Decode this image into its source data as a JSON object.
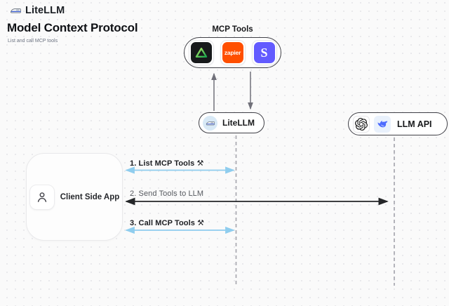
{
  "header": {
    "brand": "LiteLLM",
    "title": "Model Context Protocol",
    "subtitle": "List and call MCP tools"
  },
  "mcp_tools": {
    "label": "MCP Tools",
    "zapier_label": "zapier",
    "stripe_label": "S"
  },
  "nodes": {
    "litellm_label": "LiteLLM",
    "llm_api_label": "LLM API",
    "client_label": "Client Side App"
  },
  "messages": [
    {
      "label": "1. List MCP Tools ⚒"
    },
    {
      "label": "2. Send Tools to LLM"
    },
    {
      "label": "3. Call MCP Tools ⚒"
    }
  ],
  "icons": {
    "brand": "train-icon",
    "mcp_tiles": [
      "triangle-tool-icon",
      "zapier-icon",
      "stripe-icon"
    ],
    "litellm_node": "train-icon",
    "llm_api_node": [
      "openai-icon",
      "deepseek-icon"
    ],
    "client_node": "person-icon"
  },
  "colors": {
    "background": "#fafafa",
    "arrow_blue": "#8fcdee",
    "arrow_dark": "#242628",
    "arrow_gray": "#71717a",
    "lifeline_gray": "#a8a8b0",
    "node_border": "#3f3f46",
    "tile_black": "#17191b",
    "zapier_orange": "#ff4f00",
    "stripe_purple": "#635bff",
    "litellm_icon_bg": "#d8e9f6",
    "deepseek_tile_bg": "#e9f1fc",
    "deepseek_blue": "#4d6bfe"
  }
}
